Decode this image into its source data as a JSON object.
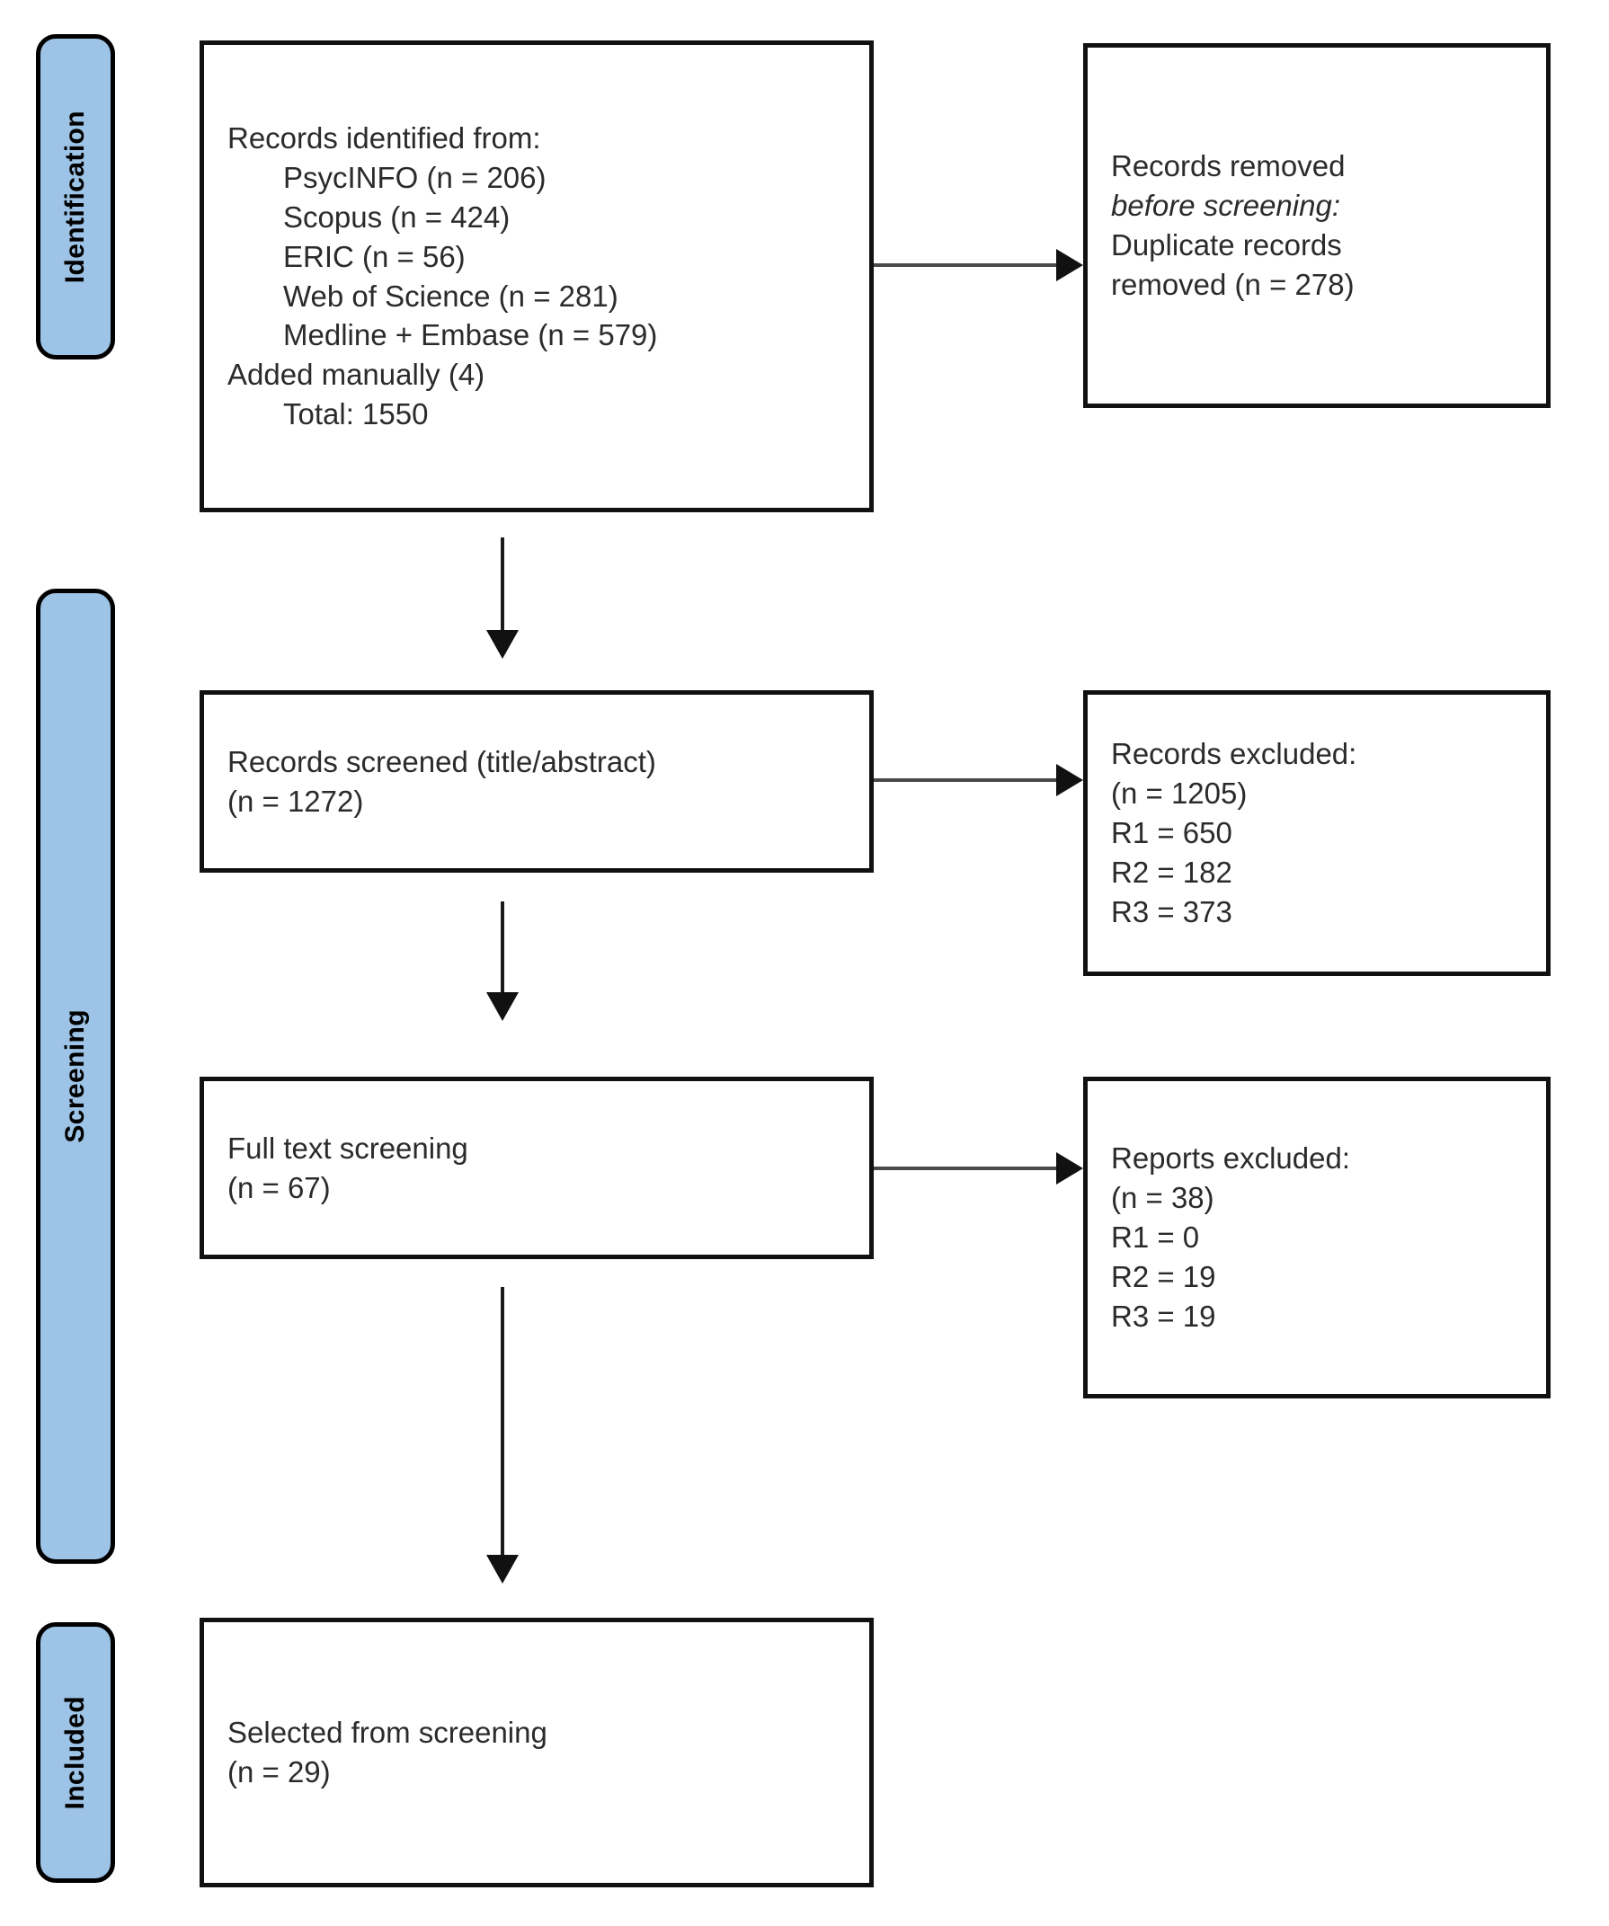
{
  "diagram": {
    "type": "PRISMA flow diagram",
    "stages": [
      {
        "id": "identification",
        "label": "Identification"
      },
      {
        "id": "screening",
        "label": "Screening"
      },
      {
        "id": "included",
        "label": "Included"
      }
    ],
    "boxes": {
      "records_identified": {
        "name": "Records identified from",
        "lines": [
          {
            "text": "Records identified from:",
            "indent": 0,
            "italic": false
          },
          {
            "text": "PsycINFO (n = 206)",
            "indent": 1,
            "italic": false
          },
          {
            "text": "Scopus (n = 424)",
            "indent": 1,
            "italic": false
          },
          {
            "text": "ERIC (n = 56)",
            "indent": 1,
            "italic": false
          },
          {
            "text": "Web of Science (n = 281)",
            "indent": 1,
            "italic": false
          },
          {
            "text": "Medline + Embase (n = 579)",
            "indent": 1,
            "italic": false
          },
          {
            "text": "Added manually (4)",
            "indent": 0,
            "italic": false
          },
          {
            "text": "Total: 1550",
            "indent": 1,
            "italic": false
          }
        ]
      },
      "records_removed": {
        "name": "Records removed before screening",
        "lines": [
          {
            "text": "Records removed",
            "indent": 0,
            "italic": false
          },
          {
            "text": "before screening:",
            "indent": 0,
            "italic": true
          },
          {
            "text": "Duplicate records",
            "indent": 0,
            "italic": false
          },
          {
            "text": "removed (n = 278)",
            "indent": 0,
            "italic": false
          }
        ]
      },
      "records_screened": {
        "name": "Records screened title abstract",
        "lines": [
          {
            "text": "Records screened (title/abstract)",
            "indent": 0,
            "italic": false
          },
          {
            "text": "(n = 1272)",
            "indent": 0,
            "italic": false
          }
        ]
      },
      "records_excluded": {
        "name": "Records excluded",
        "lines": [
          {
            "text": "Records excluded:",
            "indent": 0,
            "italic": false
          },
          {
            "text": "(n = 1205)",
            "indent": 0,
            "italic": false
          },
          {
            "text": "R1 = 650",
            "indent": 0,
            "italic": false
          },
          {
            "text": "R2 = 182",
            "indent": 0,
            "italic": false
          },
          {
            "text": "R3 = 373",
            "indent": 0,
            "italic": false
          }
        ]
      },
      "full_text_screening": {
        "name": "Full text screening",
        "lines": [
          {
            "text": "Full text screening",
            "indent": 0,
            "italic": false
          },
          {
            "text": "(n = 67)",
            "indent": 0,
            "italic": false
          }
        ]
      },
      "reports_excluded": {
        "name": "Reports excluded",
        "lines": [
          {
            "text": "Reports excluded:",
            "indent": 0,
            "italic": false
          },
          {
            "text": "(n = 38)",
            "indent": 0,
            "italic": false
          },
          {
            "text": "R1 = 0",
            "indent": 0,
            "italic": false
          },
          {
            "text": "R2 = 19",
            "indent": 0,
            "italic": false
          },
          {
            "text": "R3 = 19",
            "indent": 0,
            "italic": false
          }
        ]
      },
      "selected_from_screening": {
        "name": "Selected from screening",
        "lines": [
          {
            "text": "Selected from screening",
            "indent": 0,
            "italic": false
          },
          {
            "text": "(n = 29)",
            "indent": 0,
            "italic": false
          }
        ]
      }
    },
    "colors": {
      "stage_fill": "#9DC3E6",
      "border": "#111111",
      "text": "#2b2b2b",
      "background": "#ffffff"
    }
  }
}
